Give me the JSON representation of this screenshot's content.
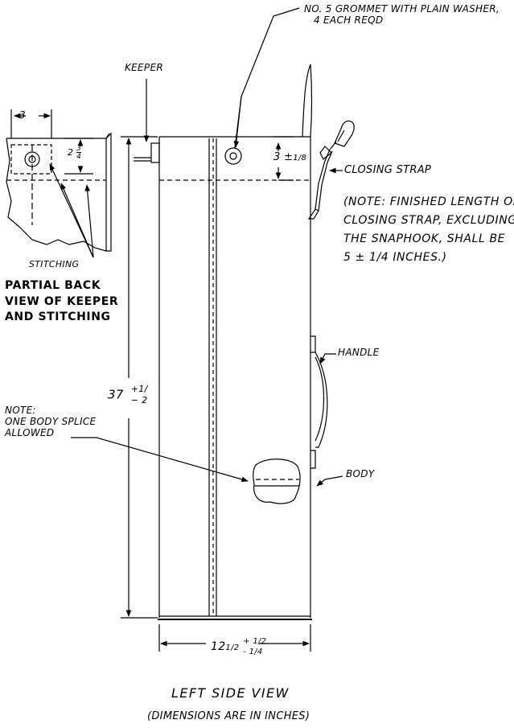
{
  "labels": {
    "grommet_line1": "NO. 5 GROMMET WITH PLAIN WASHER,",
    "grommet_line2": "4 EACH REQD",
    "keeper": "KEEPER",
    "closing_strap": "CLOSING STRAP",
    "strap_note": [
      "(NOTE: FINISHED LENGTH OF",
      "CLOSING STRAP, EXCLUDING",
      "THE SNAPHOOK, SHALL BE",
      "5 ± 1/4 INCHES.)"
    ],
    "handle": "HANDLE",
    "body": "BODY",
    "splice_note": [
      "NOTE:",
      "ONE BODY SPLICE",
      "ALLOWED"
    ],
    "stitching": "STITCHING",
    "partial_view": [
      "PARTIAL BACK",
      "VIEW OF KEEPER",
      "AND STITCHING"
    ],
    "view_title": "LEFT SIDE VIEW",
    "view_subtitle": "(DIMENSIONS ARE IN INCHES)"
  },
  "dimensions": {
    "keeper_width": "3",
    "keeper_height_whole": "2",
    "keeper_height_num": "3",
    "keeper_height_den": "4",
    "grommet_offset": "3 ±",
    "grommet_offset_frac": "1/8",
    "height_whole": "37",
    "height_tol_plus": "+1/",
    "height_tol_minus": "2",
    "width_whole": "12",
    "width_frac": "1/2",
    "width_tol_plus": "+ 1/2",
    "width_tol_minus": "- 1/4"
  },
  "colors": {
    "ink": "#000000",
    "paper": "#ffffff"
  }
}
